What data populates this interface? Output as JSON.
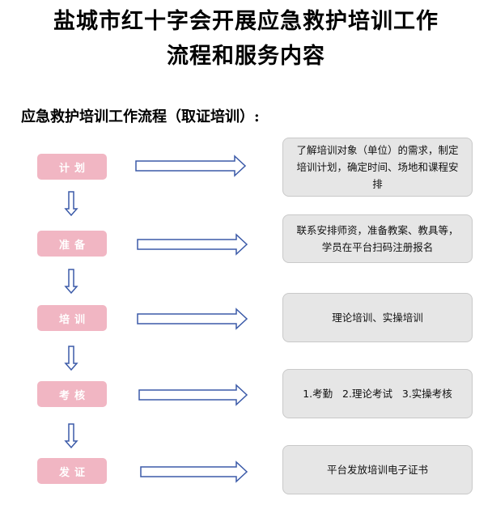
{
  "title_line1": "盐城市红十字会开展应急救护培训工作",
  "title_line2": "流程和服务内容",
  "subtitle": "应急救护培训工作流程（取证培训）:",
  "steps": [
    {
      "label": "计划",
      "description": "了解培训对象（单位）的需求，制定培训计划，确定时间、场地和课程安排"
    },
    {
      "label": "准备",
      "description": "联系安排师资，准备教案、教具等，学员在平台扫码注册报名"
    },
    {
      "label": "培训",
      "description": "理论培训、实操培训"
    },
    {
      "label": "考核",
      "description": "1.考勤   2.理论考试   3.实操考核"
    },
    {
      "label": "发证",
      "description": "平台发放培训电子证书"
    }
  ],
  "colors": {
    "step_fill": "#f1b6c3",
    "box_fill": "#e6e6e6",
    "arrow_stroke": "#3b5aa8"
  }
}
